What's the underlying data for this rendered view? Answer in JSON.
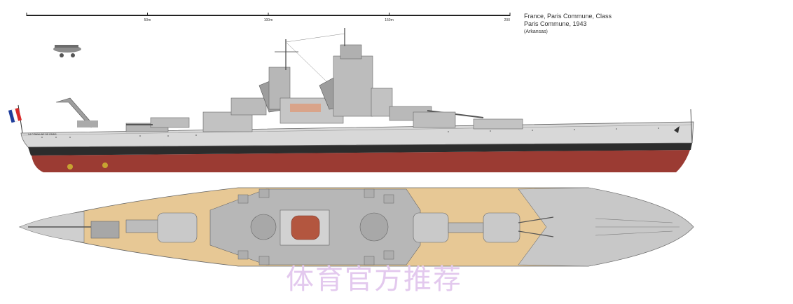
{
  "scale": {
    "units": "m",
    "ticks": [
      {
        "value": 0,
        "label": ""
      },
      {
        "value": 50,
        "label": "50m"
      },
      {
        "value": 100,
        "label": "100m"
      },
      {
        "value": 150,
        "label": "150m"
      },
      {
        "value": 200,
        "label": "200"
      }
    ]
  },
  "caption": {
    "line1": "France, Paris Commune, Class",
    "line2": "Paris Commune, 1943",
    "line3": "(Arkansas)"
  },
  "hull_name": "LA COMMUNE DE PARIS",
  "watermark": "体育官方推荐",
  "colors": {
    "hull_upper": "#d8d8d8",
    "hull_lower": "#9b3b33",
    "deck_wood": "#e7c895",
    "steel": "#b9b9b9",
    "flag_blue": "#1f3e9c",
    "flag_red": "#d82a2a"
  }
}
